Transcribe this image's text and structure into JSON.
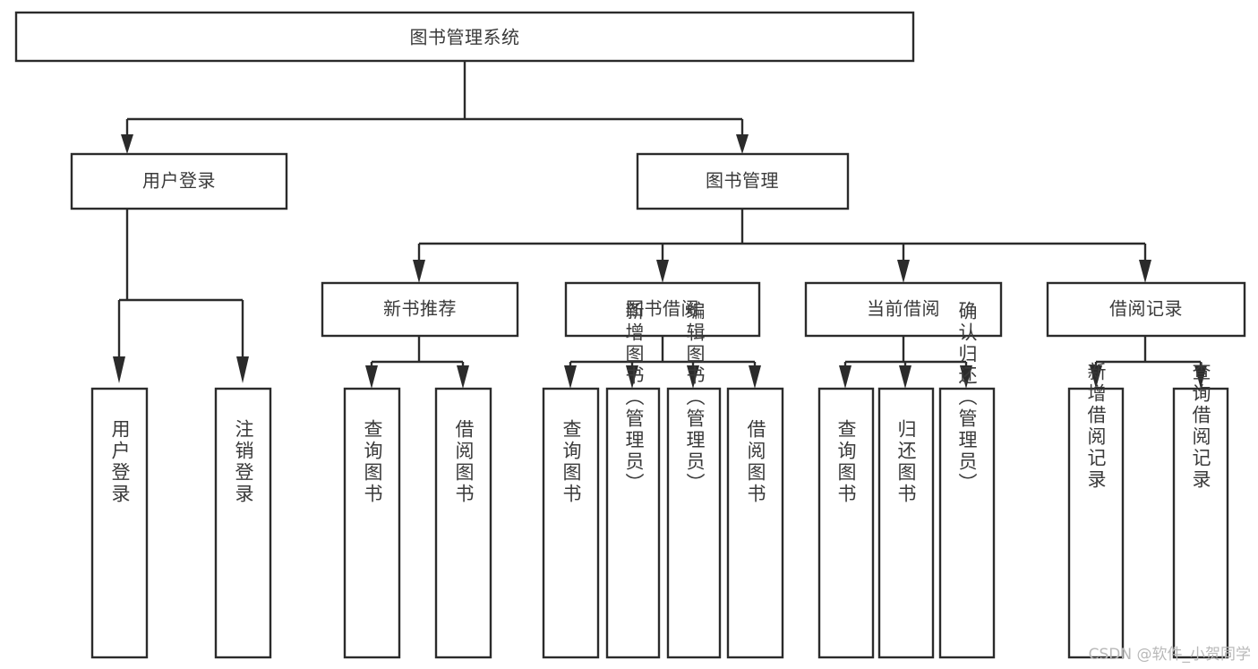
{
  "diagram": {
    "type": "tree-hierarchy-diagram",
    "title": "图书管理系统",
    "background_color": "#ffffff",
    "line_color": "#2b2b2b",
    "text_color": "#3a3a3a",
    "box_fill": "#ffffff"
  },
  "nodes": {
    "root": {
      "label": "图书管理系统",
      "orientation": "horizontal",
      "level": 1
    },
    "level2": [
      {
        "id": "user-login",
        "label": "用户登录",
        "orientation": "horizontal",
        "level": 2
      },
      {
        "id": "book-manage",
        "label": "图书管理",
        "orientation": "horizontal",
        "level": 2
      }
    ],
    "level3": [
      {
        "id": "new-book-recommend",
        "label": "新书推荐",
        "orientation": "horizontal",
        "level": 3,
        "parent": "book-manage"
      },
      {
        "id": "book-borrow",
        "label": "图书借阅",
        "orientation": "horizontal",
        "level": 3,
        "parent": "book-manage"
      },
      {
        "id": "current-borrow",
        "label": "当前借阅",
        "orientation": "horizontal",
        "level": 3,
        "parent": "book-manage"
      },
      {
        "id": "borrow-record",
        "label": "借阅记录",
        "orientation": "horizontal",
        "level": 3,
        "parent": "book-manage"
      }
    ],
    "leaves": [
      {
        "id": "leaf-user-login",
        "label": "用户登录",
        "orientation": "vertical",
        "parent": "user-login"
      },
      {
        "id": "leaf-logout",
        "label": "注销登录",
        "orientation": "vertical",
        "parent": "user-login"
      },
      {
        "id": "leaf-query-book-1",
        "label": "查询图书",
        "orientation": "vertical",
        "parent": "new-book-recommend"
      },
      {
        "id": "leaf-borrow-book-1",
        "label": "借阅图书",
        "orientation": "vertical",
        "parent": "new-book-recommend"
      },
      {
        "id": "leaf-query-book-2",
        "label": "查询图书",
        "orientation": "vertical",
        "parent": "book-borrow"
      },
      {
        "id": "leaf-add-book",
        "label": "新增图书（管理员）",
        "orientation": "vertical",
        "parent": "book-borrow"
      },
      {
        "id": "leaf-edit-book",
        "label": "编辑图书（管理员）",
        "orientation": "vertical",
        "parent": "book-borrow"
      },
      {
        "id": "leaf-borrow-book-2",
        "label": "借阅图书",
        "orientation": "vertical",
        "parent": "book-borrow"
      },
      {
        "id": "leaf-query-book-3",
        "label": "查询图书",
        "orientation": "vertical",
        "parent": "current-borrow"
      },
      {
        "id": "leaf-return-book",
        "label": "归还图书",
        "orientation": "vertical",
        "parent": "current-borrow"
      },
      {
        "id": "leaf-confirm-return",
        "label": "确认归还（管理员）",
        "orientation": "vertical",
        "parent": "current-borrow"
      },
      {
        "id": "leaf-add-record",
        "label": "新增借阅记录",
        "orientation": "vertical",
        "parent": "borrow-record"
      },
      {
        "id": "leaf-query-record",
        "label": "查询借阅记录",
        "orientation": "vertical",
        "parent": "borrow-record"
      }
    ]
  },
  "watermark": {
    "text": "CSDN @软件_小贺同学"
  }
}
